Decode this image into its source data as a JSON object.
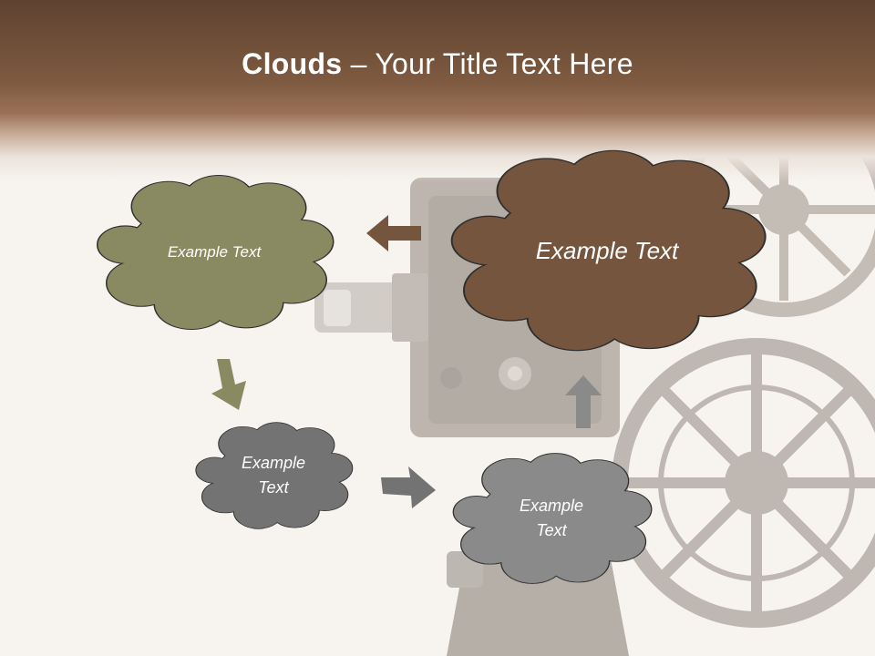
{
  "slide": {
    "title_bold": "Clouds",
    "title_dash": " – ",
    "title_rest": "Your Title Text Here"
  },
  "clouds": [
    {
      "line1": "Example Text",
      "line2": "",
      "color": "#8a8a62"
    },
    {
      "line1": "Example Text",
      "line2": "",
      "color": "#76553e"
    },
    {
      "line1": "Example",
      "line2": "Text",
      "color": "#737373"
    },
    {
      "line1": "Example",
      "line2": "Text",
      "color": "#8a8a8a"
    }
  ],
  "arrows": [
    {
      "direction": "left",
      "color": "#76553e"
    },
    {
      "direction": "down",
      "color": "#8a8a62"
    },
    {
      "direction": "right",
      "color": "#737373"
    },
    {
      "direction": "up",
      "color": "#8a8a8a"
    }
  ],
  "colors": {
    "header": "#7e5a40",
    "background": "#f7f4f1"
  }
}
